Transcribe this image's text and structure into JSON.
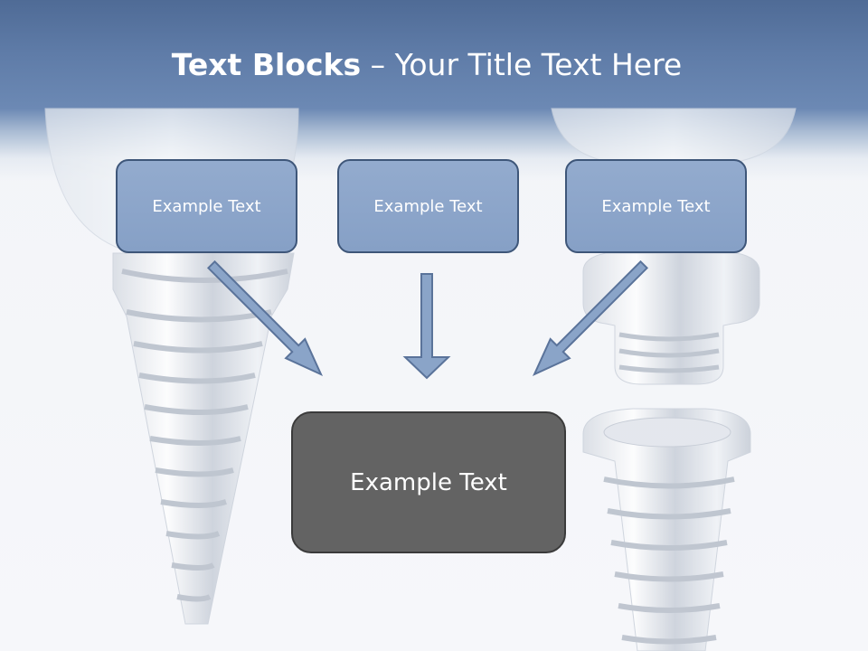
{
  "title": {
    "bold": "Text Blocks",
    "rest": " – Your Title Text Here"
  },
  "blocks": [
    {
      "label": "Example Text"
    },
    {
      "label": "Example Text"
    },
    {
      "label": "Example Text"
    }
  ],
  "main_block": {
    "label": "Example Text"
  },
  "colors": {
    "header": "#5f7ca8",
    "block_fill": "#8aa4c8",
    "block_border": "#3e5679",
    "main_fill": "#636363",
    "arrow_fill": "#8aa4c8",
    "arrow_stroke": "#5a739a"
  }
}
